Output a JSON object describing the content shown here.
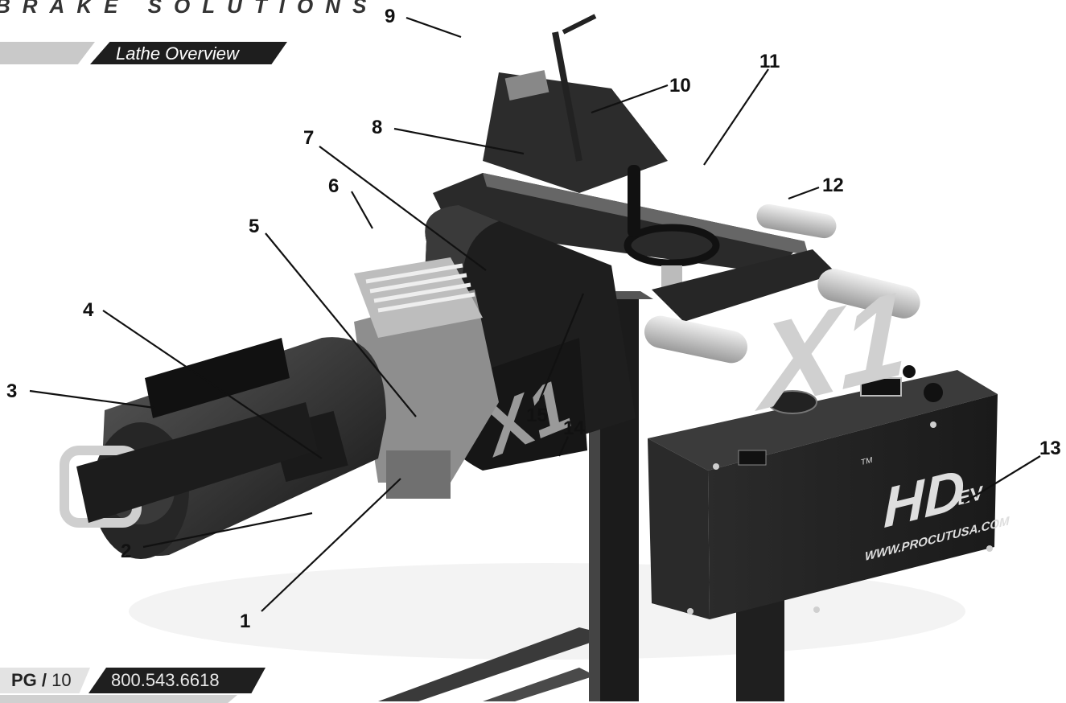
{
  "header": {
    "brand": "BRAKE SOLUTIONS",
    "section": "Lathe Overview"
  },
  "callouts": [
    "1",
    "2",
    "3",
    "4",
    "5",
    "6",
    "7",
    "8",
    "9",
    "10",
    "11",
    "12",
    "13",
    "14",
    "15"
  ],
  "device": {
    "logo": "X1",
    "model": "HD",
    "badge": "EV",
    "trademark": "TM",
    "url": "WWW.PROCUTUSA.COM"
  },
  "footer": {
    "page_label": "PG",
    "page_sep": "/",
    "page_number": "10",
    "phone": "800.543.6618"
  },
  "colors": {
    "dark": "#1e1e1e",
    "light": "#c9c9c9",
    "text": "#111111"
  }
}
